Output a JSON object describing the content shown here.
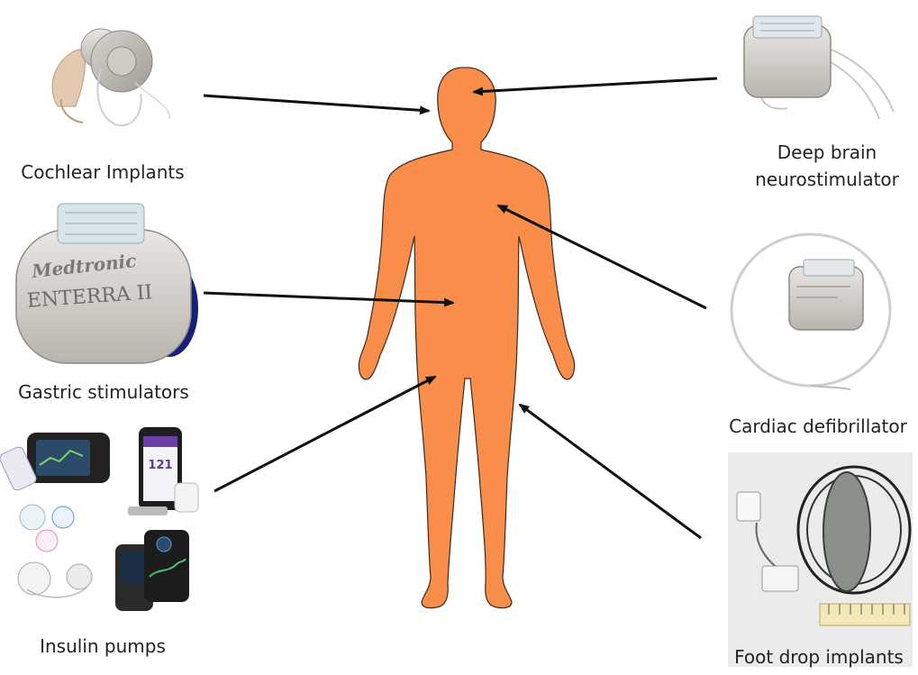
{
  "figure": {
    "body_color": "#F98D4A",
    "arrow_color": "#111111",
    "devices": [
      {
        "id": "cochlear",
        "label": "Cochlear Implants",
        "side": "left",
        "target": "head"
      },
      {
        "id": "gastric",
        "label": "Gastric stimulators",
        "side": "left",
        "target": "abdomen"
      },
      {
        "id": "insulin",
        "label": "Insulin pumps",
        "side": "left",
        "target": "thigh"
      },
      {
        "id": "dbs",
        "label_lines": [
          "Deep brain",
          "neurostimulator"
        ],
        "side": "right",
        "target": "head"
      },
      {
        "id": "icd",
        "label": "Cardiac defibrillator",
        "side": "right",
        "target": "chest"
      },
      {
        "id": "footdrop",
        "label": "Foot drop implants",
        "side": "right",
        "target": "leg"
      }
    ],
    "device_text": {
      "gastric_brand": "Medtronic",
      "gastric_model": "ENTERRA II",
      "insulin_screen_value": "121"
    }
  }
}
